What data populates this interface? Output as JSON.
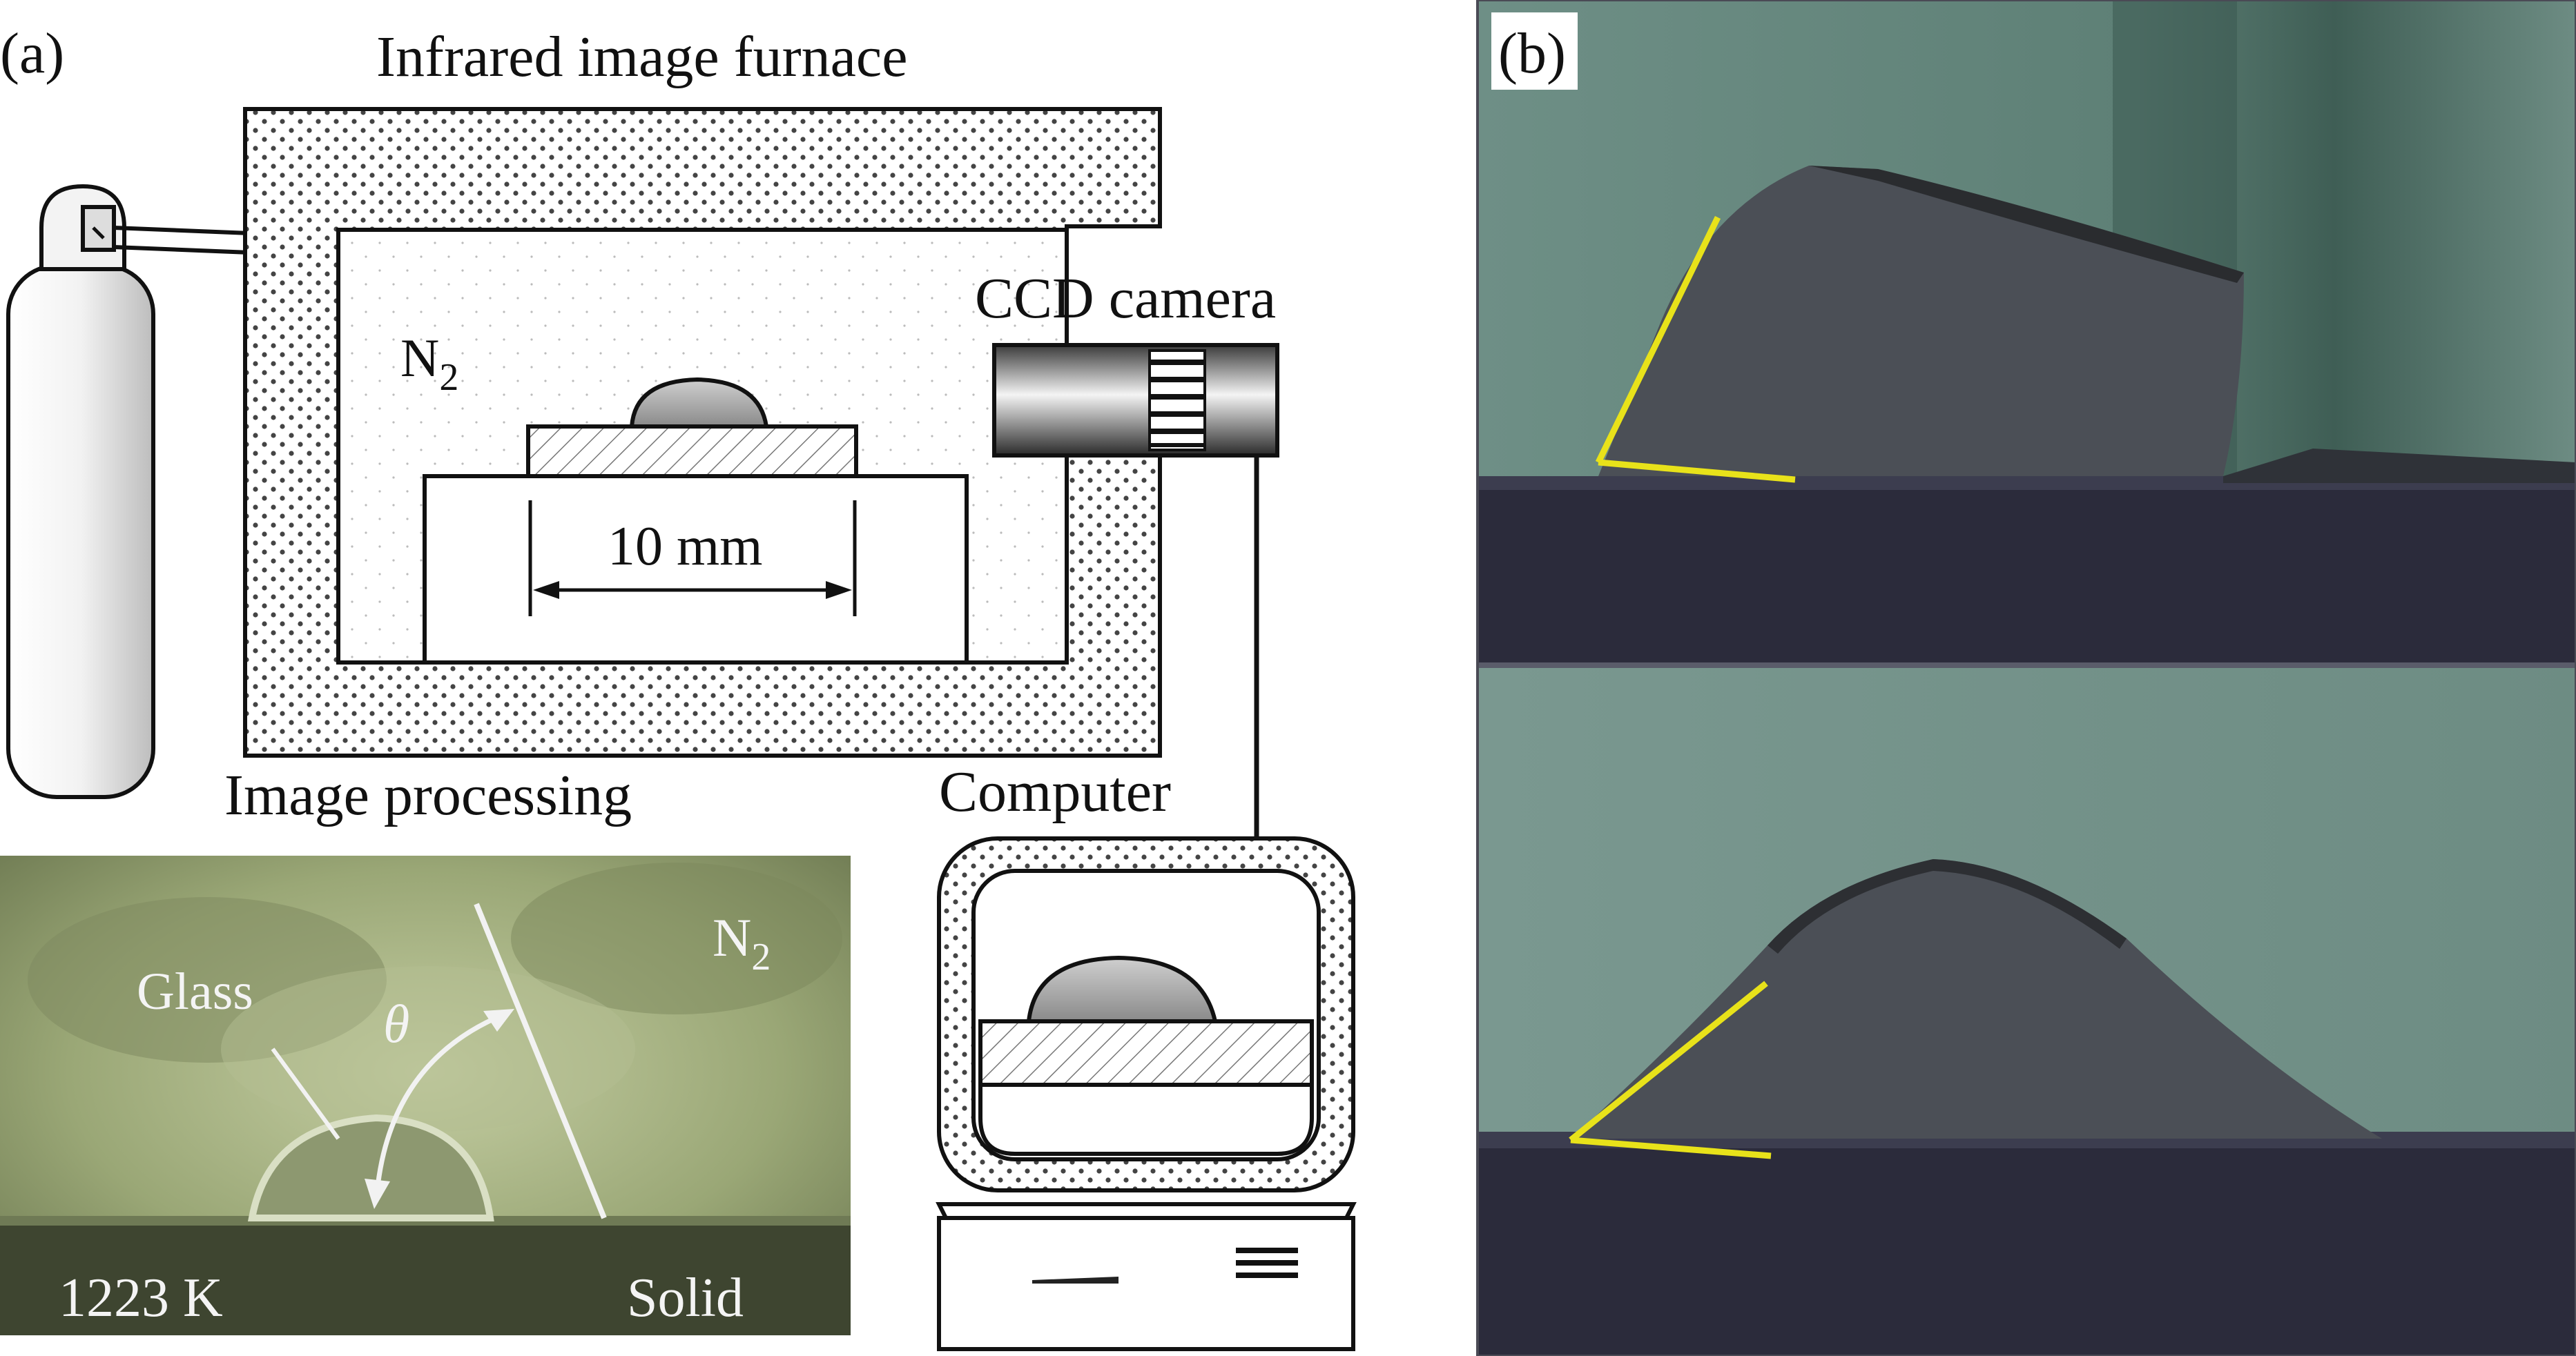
{
  "panel_a": {
    "label": "(a)",
    "furnace_label": "Infrared image furnace",
    "gas_label": "N",
    "gas_subscript": "2",
    "dimension_label": "10 mm",
    "camera_label": "CCD camera",
    "image_processing_label": "Image processing",
    "computer_label": "Computer",
    "inset": {
      "glass_label": "Glass",
      "theta_label": "θ",
      "gas_label": "N",
      "gas_subscript": "2",
      "temperature_label": "1223 K",
      "solid_label": "Solid"
    }
  },
  "panel_b": {
    "label": "(b)"
  },
  "colors": {
    "line": "#111111",
    "insulation_dot": "#444444",
    "inset_green": "#9fab7a",
    "photo_bg": "#5f7f74",
    "photo_substrate": "#2b2b3b",
    "sample": "#4a4e55",
    "angle_marker": "#e8e21a"
  }
}
